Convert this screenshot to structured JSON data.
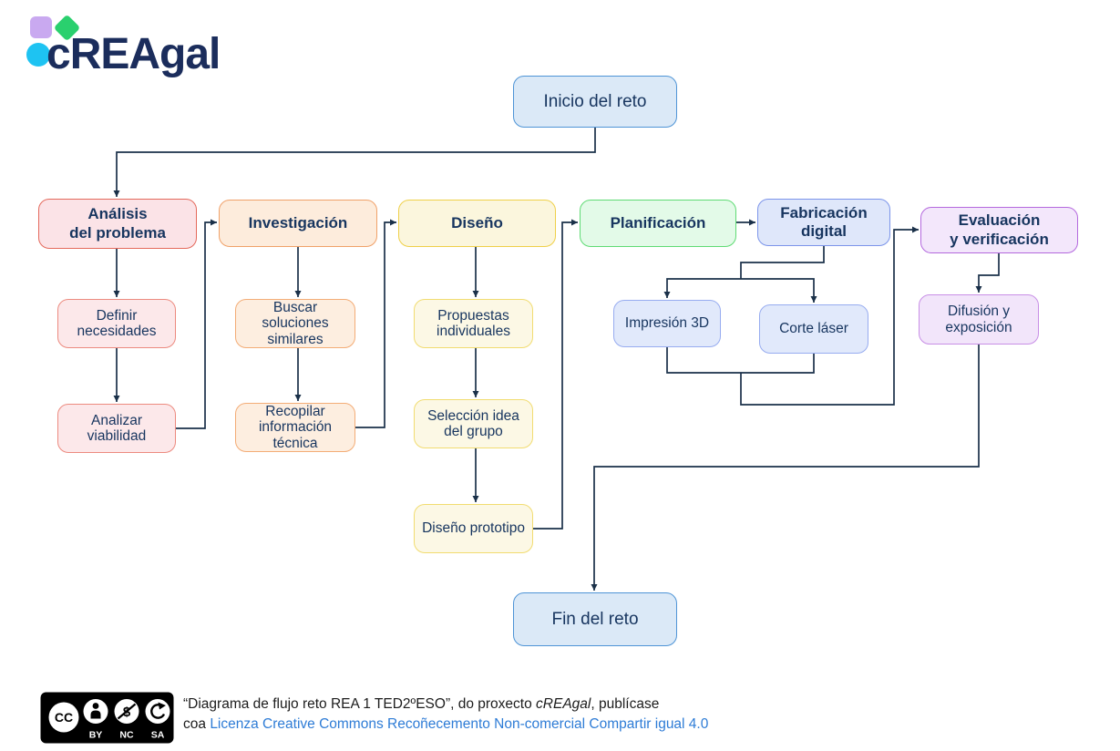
{
  "logo": {
    "text": "cREAgal"
  },
  "nodes": {
    "inicio": "Inicio del reto",
    "analisis": "Análisis\ndel problema",
    "investigacion": "Investigación",
    "diseno": "Diseño",
    "planificacion": "Planificación",
    "fabricacion": "Fabricación\ndigital",
    "evaluacion": "Evaluación\ny verificación",
    "definir": "Definir\nnecesidades",
    "analizar": "Analizar\nviabilidad",
    "buscar": "Buscar\nsoluciones\nsimilares",
    "recopilar": "Recopilar\ninformación\ntécnica",
    "propuestas": "Propuestas\nindividuales",
    "seleccion": "Selección idea\ndel grupo",
    "prototipo": "Diseño prototipo",
    "impresion": "Impresión 3D",
    "corte": "Corte láser",
    "difusion": "Difusión y\nexposición",
    "fin": "Fin del reto"
  },
  "footer": {
    "line1_prefix": "“Diagrama de flujo reto REA 1 TED2ºESO”, do proxecto ",
    "line1_italic": "cREAgal",
    "line1_suffix": ", publícase",
    "line2_prefix": "coa ",
    "line2_link": "Licenza Creative Commons Recoñecemento Non-comercial Compartir igual 4.0",
    "badge": {
      "cc": "CC",
      "labels": [
        "BY",
        "NC",
        "SA"
      ]
    }
  },
  "colors": {
    "ink": "#17355f",
    "line": "#1a3049",
    "link_blue": "#2e7cd6",
    "start_end": {
      "fill": "#dbe9f7",
      "border": "#4e94d6"
    },
    "analysis_red": {
      "fill": "#fbe3e7",
      "border": "#e4695c"
    },
    "investigation_orange": {
      "fill": "#fdecdc",
      "border": "#f0a169"
    },
    "design_yellow": {
      "fill": "#fbf6dd",
      "border": "#efd049"
    },
    "planning_green": {
      "fill": "#e3fae8",
      "border": "#5fdb74"
    },
    "fabrication_blue": {
      "fill": "#dfe7fa",
      "border": "#7b94ea"
    },
    "evaluation_purple": {
      "fill": "#f3e7fb",
      "border": "#b469de"
    },
    "logo": {
      "square": "#c9a9f0",
      "diamond": "#2ad06e",
      "circle": "#1ec3f2",
      "text": "#1b2d5c"
    }
  }
}
